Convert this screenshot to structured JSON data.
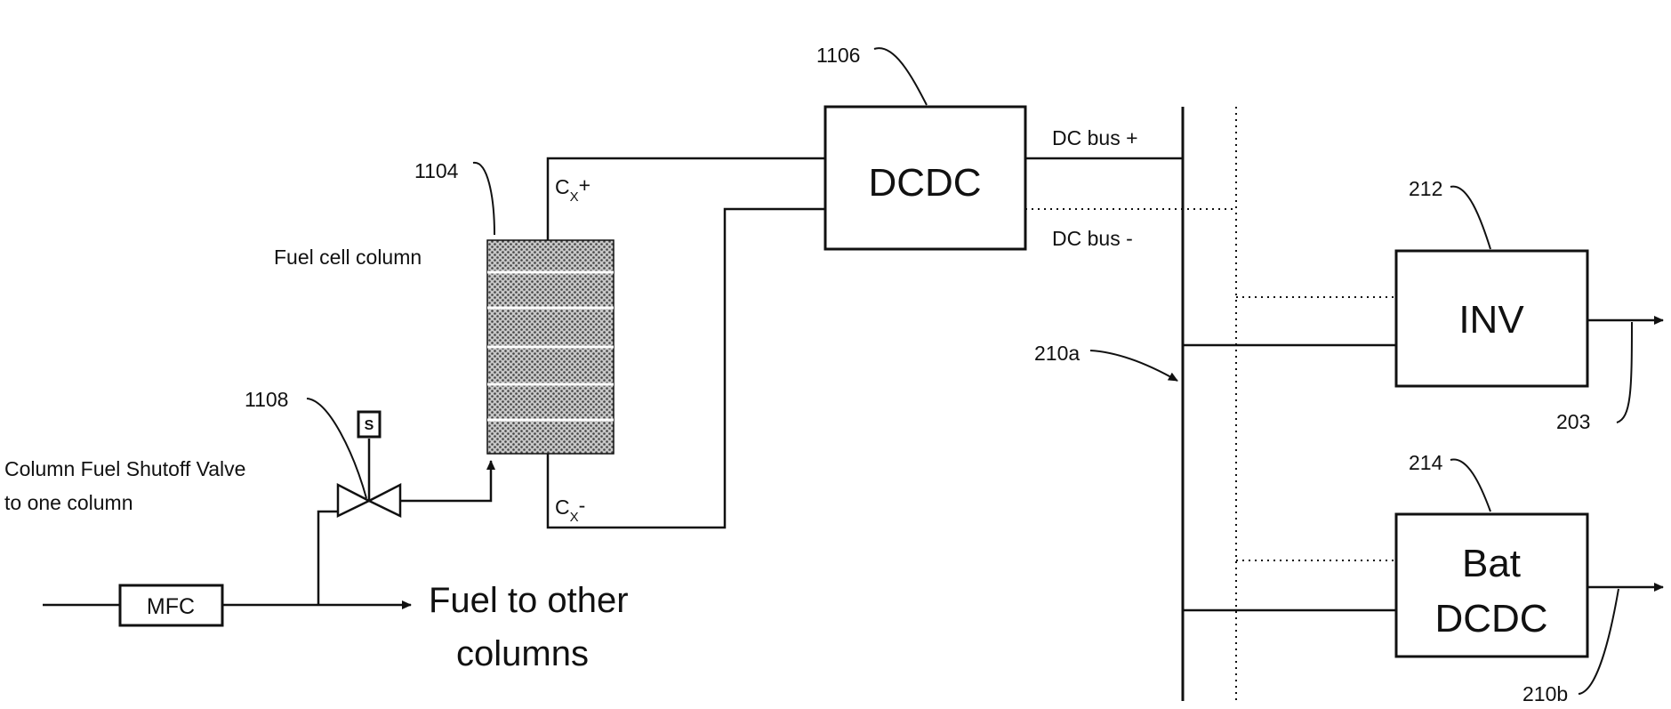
{
  "labels": {
    "ref_1106": "1106",
    "ref_1104": "1104",
    "ref_1108": "1108",
    "ref_212": "212",
    "ref_214": "214",
    "ref_210a": "210a",
    "ref_203": "203",
    "ref_210b": "210b",
    "fuel_cell_column": "Fuel cell column",
    "valve_line1": "Column Fuel  Shutoff Valve",
    "valve_line2": "to one column",
    "fuel_other_line1": "Fuel to other",
    "fuel_other_line2": "columns",
    "dc_bus_plus": "DC bus +",
    "dc_bus_minus": "DC bus -",
    "cx_base": "C",
    "cx_sub": "X",
    "cx_plus": "+",
    "cx_minus": "-"
  },
  "boxes": {
    "dcdc": "DCDC",
    "inv": "INV",
    "bat_line1": "Bat",
    "bat_line2": "DCDC",
    "mfc": "MFC",
    "solenoid": "S"
  }
}
